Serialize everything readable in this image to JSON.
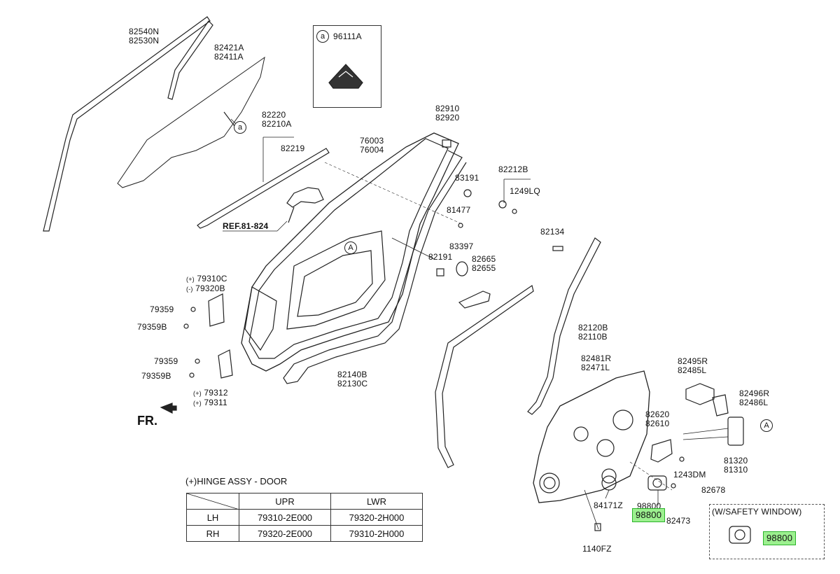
{
  "inset": {
    "callout": "a",
    "part": "96111A"
  },
  "labels": {
    "p82540N": "82540N",
    "p82530N": "82530N",
    "p82421A": "82421A",
    "p82411A": "82411A",
    "p82220": "82220",
    "p82210A": "82210A",
    "p82219": "82219",
    "ref": "REF.81-824",
    "p76003": "76003",
    "p76004": "76004",
    "p82910": "82910",
    "p82920": "82920",
    "p83191": "83191",
    "p81477": "81477",
    "p82212B": "82212B",
    "p1249LQ": "1249LQ",
    "p82134": "82134",
    "p82191": "82191",
    "p83397": "83397",
    "p82665": "82665",
    "p82655": "82655",
    "p79310C": "79310C",
    "p79320B": "79320B",
    "p79359a": "79359",
    "p79359Ba": "79359B",
    "p79359b": "79359",
    "p79359Bb": "79359B",
    "p79312": "79312",
    "p79311": "79311",
    "p82140B": "82140B",
    "p82130C": "82130C",
    "p82120B": "82120B",
    "p82110B": "82110B",
    "p82481R": "82481R",
    "p82471L": "82471L",
    "p82495R": "82495R",
    "p82485L": "82485L",
    "p82496R": "82496R",
    "p82486L": "82486L",
    "p82620": "82620",
    "p82610": "82610",
    "p81320": "81320",
    "p81310": "81310",
    "p1243DM": "1243DM",
    "p82678": "82678",
    "p84171Z": "84171Z",
    "p98800a": "98800",
    "p98800b": "98800",
    "p82473": "82473",
    "p1140FZ": "1140FZ",
    "p98800c": "98800",
    "safety_title": "(W/SAFETY WINDOW)",
    "fr": "FR.",
    "callout_a": "a",
    "callout_A1": "A",
    "callout_A2": "A",
    "mark_plus": "(+)",
    "mark_minus": "(-)"
  },
  "hinge_table": {
    "legend": "(+)HINGE ASSY - DOOR",
    "headers": [
      "",
      "UPR",
      "LWR"
    ],
    "rows": [
      [
        "LH",
        "79310-2E000",
        "79320-2H000"
      ],
      [
        "RH",
        "79320-2E000",
        "79310-2H000"
      ]
    ]
  },
  "colors": {
    "highlight": "#9cf08f",
    "line": "#222222"
  }
}
